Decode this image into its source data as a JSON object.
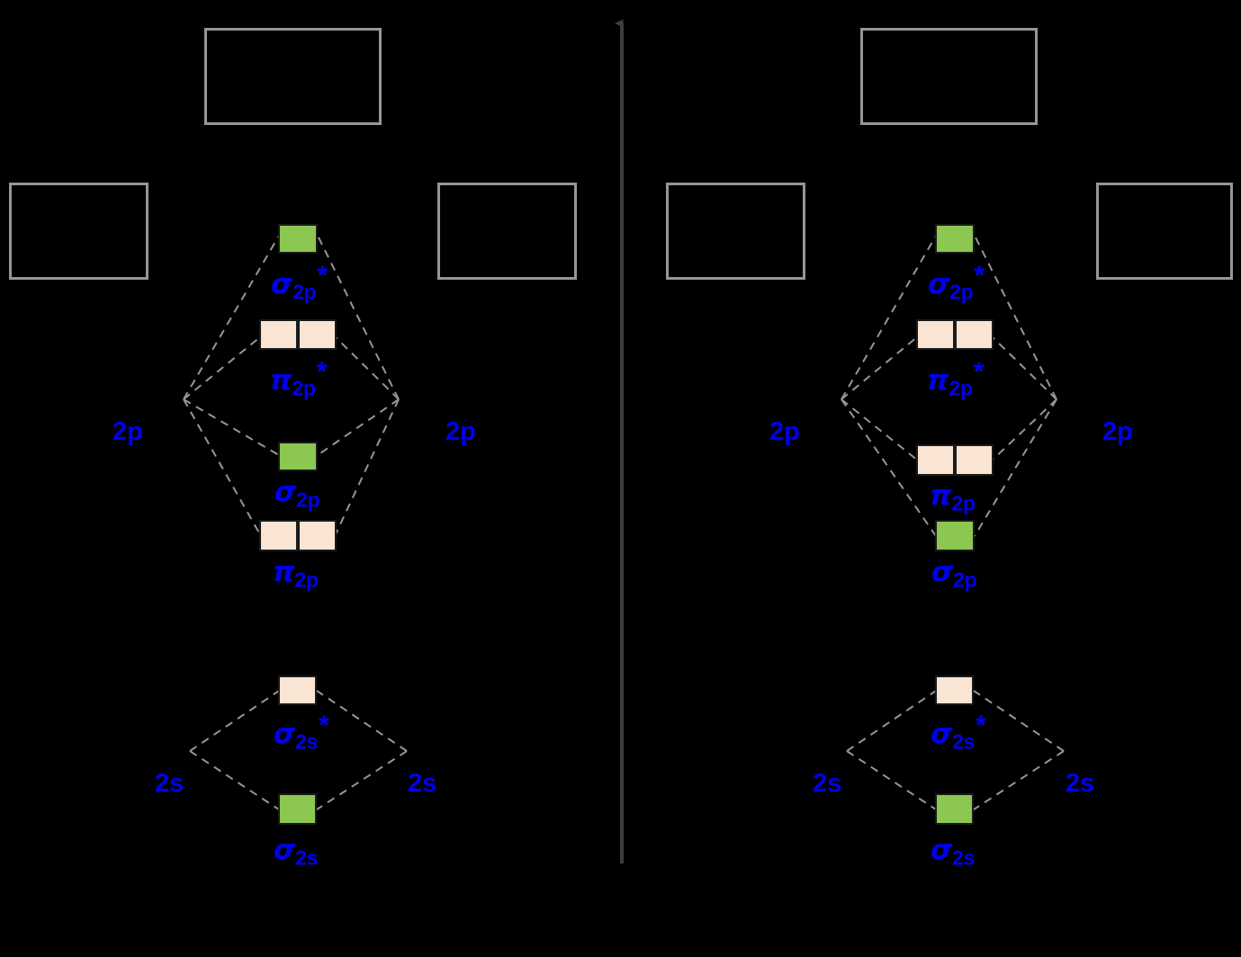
{
  "figure": {
    "title": "",
    "background_color": "#000000",
    "label_color": "#0000EE",
    "box_border_color": "#969696",
    "dashed_line_color": "#969696",
    "axis_arrow_color": "#3A3F44",
    "occupied_color": "#8CC751",
    "empty_color": "#FAE4D4"
  },
  "axis": {
    "name": "energy-axis",
    "direction": "up",
    "label": ""
  },
  "answer_boxes": [
    {
      "id": "left-top-box",
      "text": ""
    },
    {
      "id": "left-outer-left-box",
      "text": ""
    },
    {
      "id": "left-outer-right-box",
      "text": ""
    },
    {
      "id": "right-outer-left-box",
      "text": ""
    },
    {
      "id": "right-top-box",
      "text": ""
    },
    {
      "id": "right-outer-right-box",
      "text": ""
    }
  ],
  "diagrams": [
    {
      "id": "left-diagram",
      "name": "mo-diagram-left",
      "ordering": "sigma-2p below pi-2p-star and above pi-2p",
      "atomic_labels": {
        "left_2p": "2p",
        "right_2p": "2p",
        "left_2s": "2s",
        "right_2s": "2s"
      },
      "levels": [
        {
          "id": "sigma-2p-star",
          "greek": "σ",
          "sub": "2p",
          "star": "*",
          "fill": "green",
          "boxes": 1
        },
        {
          "id": "pi-2p-star",
          "greek": "π",
          "sub": "2p",
          "star": "*",
          "fill": "peach",
          "boxes": 2
        },
        {
          "id": "sigma-2p",
          "greek": "σ",
          "sub": "2p",
          "star": "",
          "fill": "green",
          "boxes": 1
        },
        {
          "id": "pi-2p",
          "greek": "π",
          "sub": "2p",
          "star": "",
          "fill": "peach",
          "boxes": 2
        },
        {
          "id": "sigma-2s-star",
          "greek": "σ",
          "sub": "2s",
          "star": "*",
          "fill": "peach",
          "boxes": 1
        },
        {
          "id": "sigma-2s",
          "greek": "σ",
          "sub": "2s",
          "star": "",
          "fill": "green",
          "boxes": 1
        }
      ]
    },
    {
      "id": "right-diagram",
      "name": "mo-diagram-right",
      "ordering": "pi-2p above sigma-2p",
      "atomic_labels": {
        "left_2p": "2p",
        "right_2p": "2p",
        "left_2s": "2s",
        "right_2s": "2s"
      },
      "levels": [
        {
          "id": "sigma-2p-star",
          "greek": "σ",
          "sub": "2p",
          "star": "*",
          "fill": "green",
          "boxes": 1
        },
        {
          "id": "pi-2p-star",
          "greek": "π",
          "sub": "2p",
          "star": "*",
          "fill": "peach",
          "boxes": 2
        },
        {
          "id": "pi-2p",
          "greek": "π",
          "sub": "2p",
          "star": "",
          "fill": "peach",
          "boxes": 2
        },
        {
          "id": "sigma-2p",
          "greek": "σ",
          "sub": "2p",
          "star": "",
          "fill": "green",
          "boxes": 1
        },
        {
          "id": "sigma-2s-star",
          "greek": "σ",
          "sub": "2s",
          "star": "*",
          "fill": "peach",
          "boxes": 1
        },
        {
          "id": "sigma-2s",
          "greek": "σ",
          "sub": "2s",
          "star": "",
          "fill": "green",
          "boxes": 1
        }
      ]
    }
  ],
  "labels": {
    "left": {
      "sigma_2p_star": {
        "greek": "σ",
        "sub": "2p",
        "star": "*"
      },
      "pi_2p_star": {
        "greek": "π",
        "sub": "2p",
        "star": "*"
      },
      "sigma_2p": {
        "greek": "σ",
        "sub": "2p",
        "star": ""
      },
      "pi_2p": {
        "greek": "π",
        "sub": "2p",
        "star": ""
      },
      "sigma_2s_star": {
        "greek": "σ",
        "sub": "2s",
        "star": "*"
      },
      "sigma_2s": {
        "greek": "σ",
        "sub": "2s",
        "star": ""
      },
      "ao_2p_left": "2p",
      "ao_2p_right": "2p",
      "ao_2s_left": "2s",
      "ao_2s_right": "2s"
    },
    "right": {
      "sigma_2p_star": {
        "greek": "σ",
        "sub": "2p",
        "star": "*"
      },
      "pi_2p_star": {
        "greek": "π",
        "sub": "2p",
        "star": "*"
      },
      "pi_2p": {
        "greek": "π",
        "sub": "2p",
        "star": ""
      },
      "sigma_2p": {
        "greek": "σ",
        "sub": "2p",
        "star": ""
      },
      "sigma_2s_star": {
        "greek": "σ",
        "sub": "2s",
        "star": "*"
      },
      "sigma_2s": {
        "greek": "σ",
        "sub": "2s",
        "star": ""
      },
      "ao_2p_left": "2p",
      "ao_2p_right": "2p",
      "ao_2s_left": "2s",
      "ao_2s_right": "2s"
    }
  }
}
